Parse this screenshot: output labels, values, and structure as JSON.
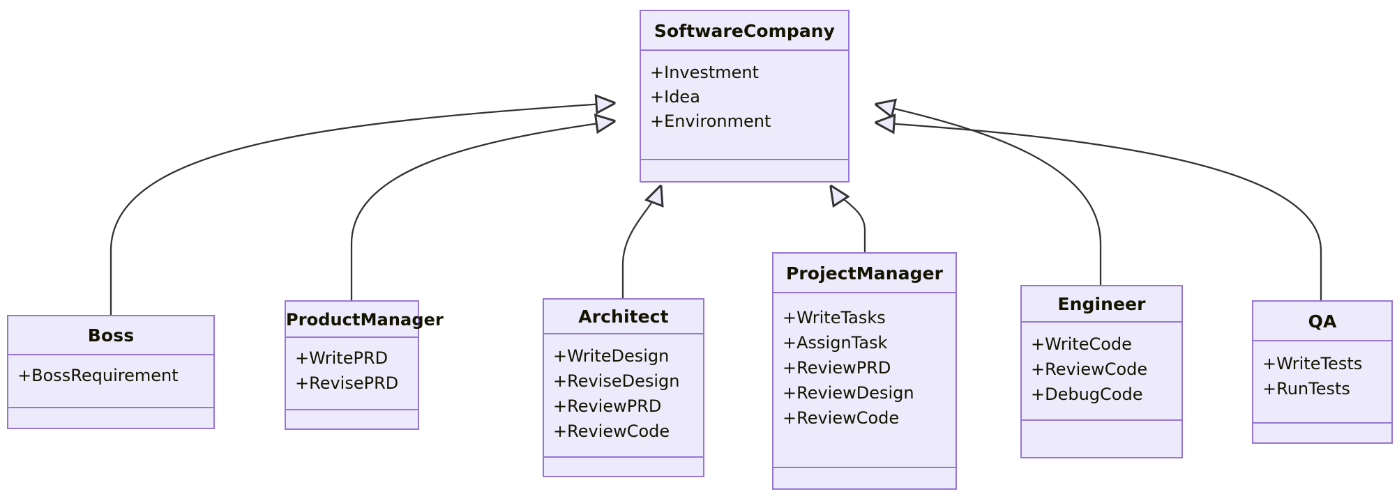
{
  "diagram": {
    "type": "uml-class-diagram",
    "relationship": "generalization",
    "colors": {
      "node_fill": "#ECEAFB",
      "node_border": "#9775d6",
      "edge_stroke": "#333333",
      "text": "#131300",
      "background": "#ffffff"
    },
    "classes": [
      {
        "id": "softwarecompany",
        "name": "SoftwareCompany",
        "members": [
          "+Investment",
          "+Idea",
          "+Environment"
        ],
        "methods": []
      },
      {
        "id": "boss",
        "name": "Boss",
        "members": [
          "+BossRequirement"
        ],
        "methods": []
      },
      {
        "id": "productmanager",
        "name": "ProductManager",
        "members": [
          "+WritePRD",
          "+RevisePRD"
        ],
        "methods": []
      },
      {
        "id": "architect",
        "name": "Architect",
        "members": [
          "+WriteDesign",
          "+ReviseDesign",
          "+ReviewPRD",
          "+ReviewCode"
        ],
        "methods": []
      },
      {
        "id": "projectmanager",
        "name": "ProjectManager",
        "members": [
          "+WriteTasks",
          "+AssignTask",
          "+ReviewPRD",
          "+ReviewDesign",
          "+ReviewCode"
        ],
        "methods": []
      },
      {
        "id": "engineer",
        "name": "Engineer",
        "members": [
          "+WriteCode",
          "+ReviewCode",
          "+DebugCode"
        ],
        "methods": []
      },
      {
        "id": "qa",
        "name": "QA",
        "members": [
          "+WriteTests",
          "+RunTests"
        ],
        "methods": []
      }
    ],
    "edges": [
      {
        "from": "boss",
        "to": "softwarecompany",
        "kind": "generalization"
      },
      {
        "from": "productmanager",
        "to": "softwarecompany",
        "kind": "generalization"
      },
      {
        "from": "architect",
        "to": "softwarecompany",
        "kind": "generalization"
      },
      {
        "from": "projectmanager",
        "to": "softwarecompany",
        "kind": "generalization"
      },
      {
        "from": "engineer",
        "to": "softwarecompany",
        "kind": "generalization"
      },
      {
        "from": "qa",
        "to": "softwarecompany",
        "kind": "generalization"
      }
    ]
  }
}
